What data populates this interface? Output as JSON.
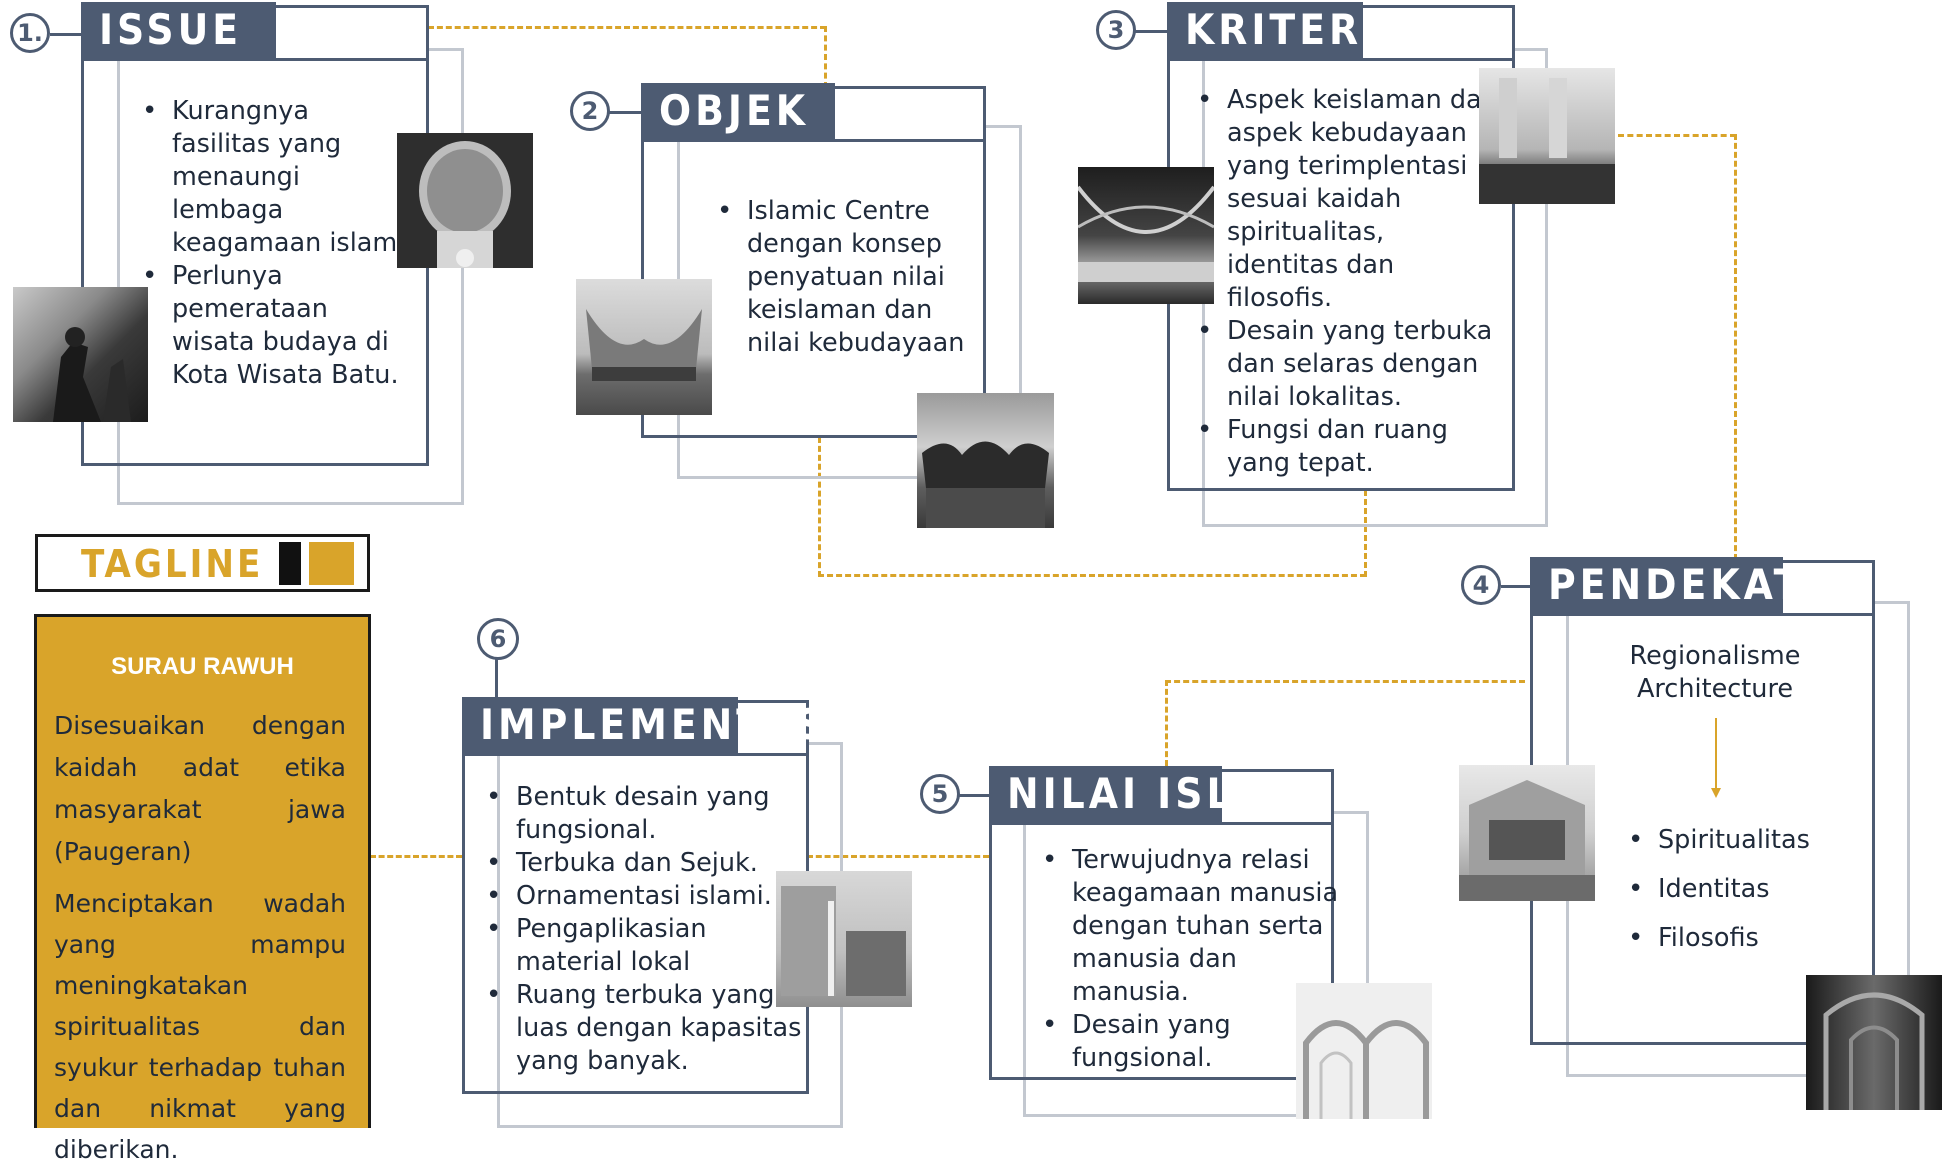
{
  "steps": {
    "issue": {
      "number": "1.",
      "title": "ISSUE",
      "items": [
        "Kurangnya fasilitas yang menaungi lembaga keagamaan islam.",
        "Perlunya pemerataan wisata budaya di Kota Wisata Batu."
      ]
    },
    "objek": {
      "number": "2",
      "title": "OBJEK",
      "items": [
        "Islamic Centre dengan konsep penyatuan nilai keislaman dan nilai kebudayaan"
      ]
    },
    "kriteria": {
      "number": "3",
      "title": "KRITERIA",
      "items": [
        "Aspek keislaman dan aspek kebudayaan yang terimplentasi sesuai kaidah spiritualitas, identitas dan filosofis.",
        "Desain yang terbuka dan selaras dengan nilai lokalitas.",
        "Fungsi dan ruang yang tepat."
      ]
    },
    "pendekatan": {
      "number": "4",
      "title": "PENDEKATAN",
      "approach_line1": "Regionalisme",
      "approach_line2": "Architecture",
      "items": [
        "Spiritualitas",
        "Identitas",
        "Filosofis"
      ]
    },
    "nilai_islam": {
      "number": "5",
      "title": "NILAI ISLAM",
      "items": [
        "Terwujudnya relasi keagamaan manusia dengan tuhan serta manusia dan manusia.",
        "Desain yang fungsional."
      ]
    },
    "implementasi": {
      "number": "6",
      "title": "IMPLEMENTASI",
      "items": [
        "Bentuk desain yang fungsional.",
        "Terbuka dan Sejuk.",
        "Ornamentasi islami.",
        "Pengaplikasian material lokal",
        "Ruang terbuka yang luas dengan kapasitas yang banyak."
      ]
    }
  },
  "tagline": {
    "label": "TAGLINE",
    "heading": "SURAU RAWUH",
    "paragraph1": "Disesuaikan dengan kaidah adat etika masyarakat jawa (Paugeran)",
    "paragraph2": "Menciptakan wadah yang mampu meningkatakan spiritualitas dan syukur terhadap tuhan dan nikmat yang diberikan."
  },
  "colors": {
    "header": "#4d5b72",
    "accent": "#d9a42a",
    "back_frame": "#c3c8d0"
  }
}
